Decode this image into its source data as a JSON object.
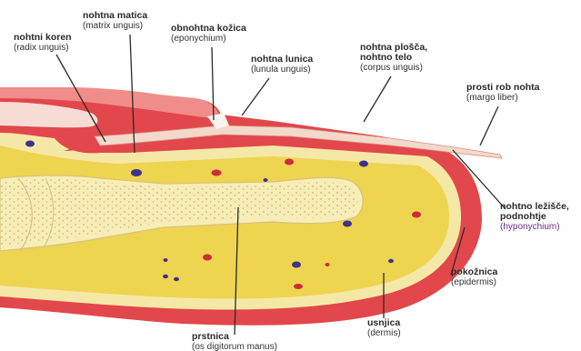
{
  "colors": {
    "epidermis": "#e2474b",
    "epidermis_light": "#f08d8a",
    "dermis": "#f5e8a6",
    "subcutis": "#efd44f",
    "bone": "#f6eeb6",
    "bone_outline": "#d6c37c",
    "nail": "#f3d9c9",
    "vessel_red": "#cc2c3b",
    "vessel_blue": "#3e3289",
    "leader": "#2a2a2a",
    "hyponychium_text": "#6a2f8a"
  },
  "labels": {
    "nohtni_koren": {
      "title": "nohtni koren",
      "sub": "(radix unguis)"
    },
    "nohtna_matica": {
      "title": "nohtna matica",
      "sub": "(matrix unguis)"
    },
    "obnohtna_kozica": {
      "title": "obnohtna kožica",
      "sub": "(eponychium)"
    },
    "nohtna_lunica": {
      "title": "nohtna lunica",
      "sub": "(lunula unguis)"
    },
    "nohtna_plosca": {
      "title": "nohtna plošča,",
      "title2": "nohtno telo",
      "sub": "(corpus unguis)"
    },
    "prosti_rob": {
      "title": "prosti rob nohta",
      "sub": "(margo liber)"
    },
    "nohtno_lezisce": {
      "title": "nohtno ležišče,",
      "title2": "podnohtje",
      "sub": "(hyponychium)"
    },
    "pokoznica": {
      "title": "pokožnica",
      "sub": "(epidermis)"
    },
    "usnjica": {
      "title": "usnjica",
      "sub": "(dermis)"
    },
    "prstnica": {
      "title": "prstnica",
      "sub": "(os digitorum manus)"
    }
  }
}
